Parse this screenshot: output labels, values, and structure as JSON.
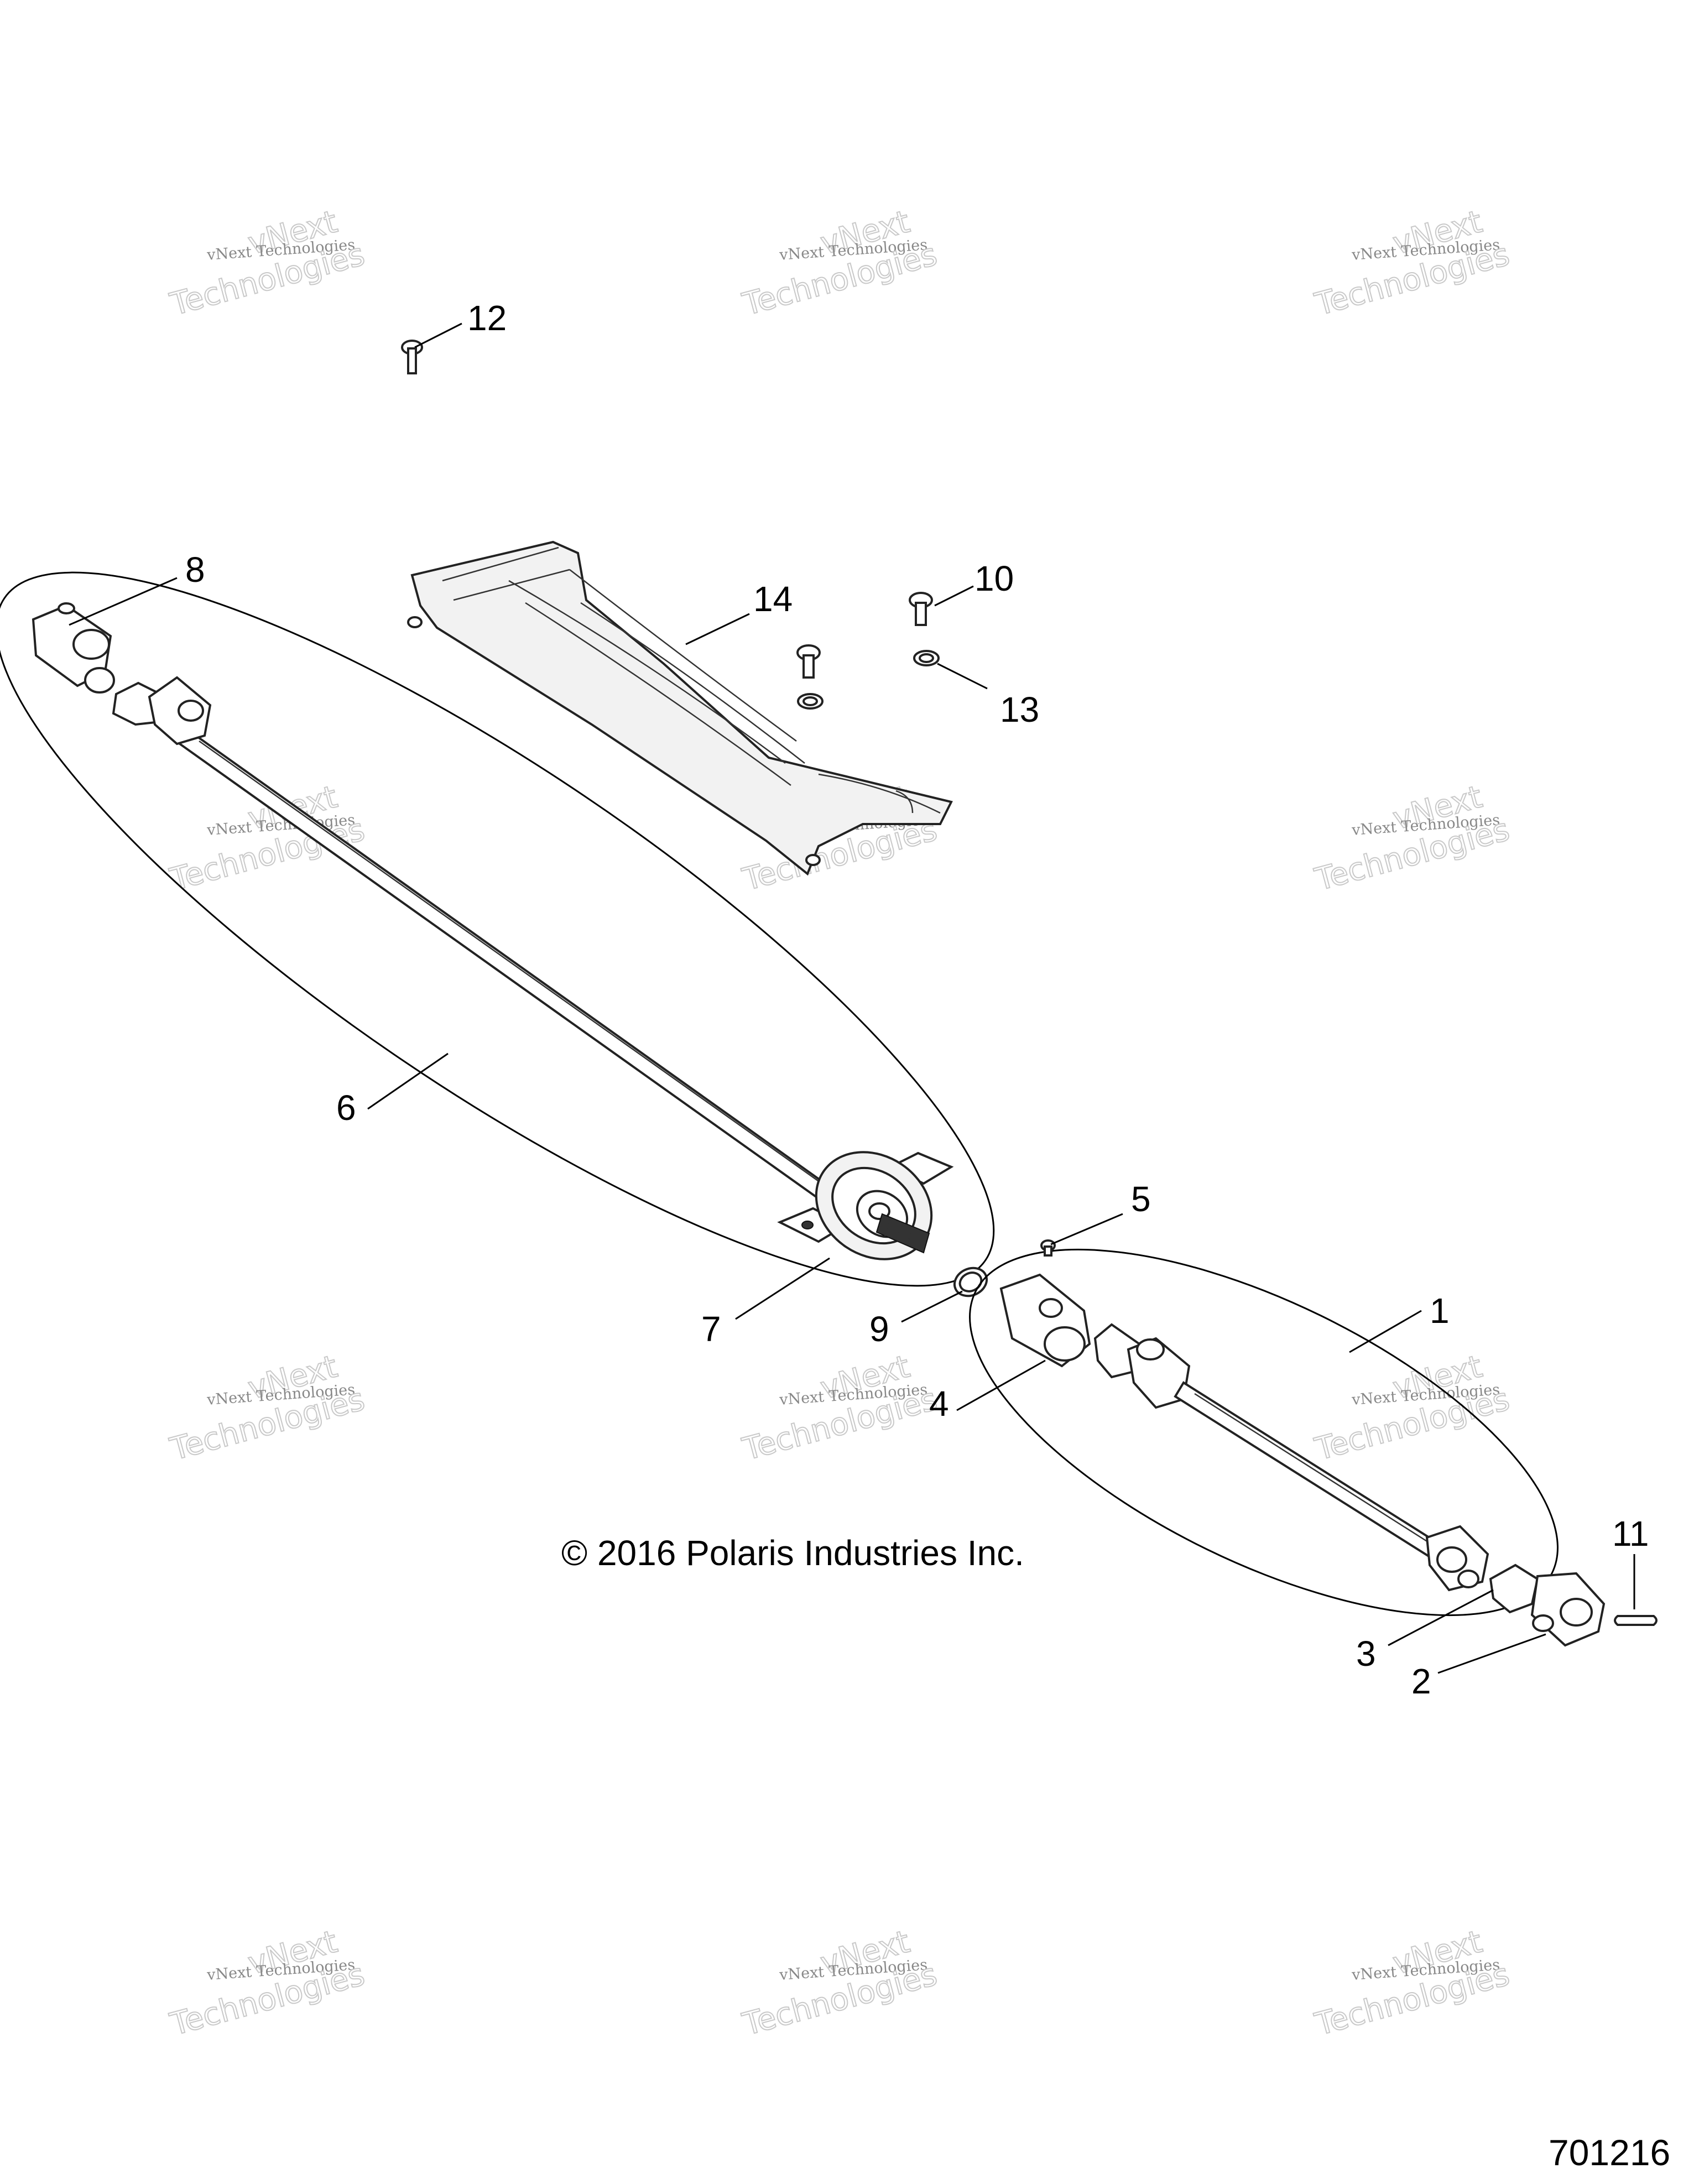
{
  "callouts": [
    "1",
    "2",
    "3",
    "4",
    "5",
    "6",
    "7",
    "8",
    "9",
    "10",
    "11",
    "12",
    "13",
    "14"
  ],
  "copyright": "© 2016 Polaris Industries Inc.",
  "document_number": "701216",
  "watermark": {
    "line1": "vNext Technologies",
    "line2": "vNext",
    "line3": "Technologies"
  }
}
